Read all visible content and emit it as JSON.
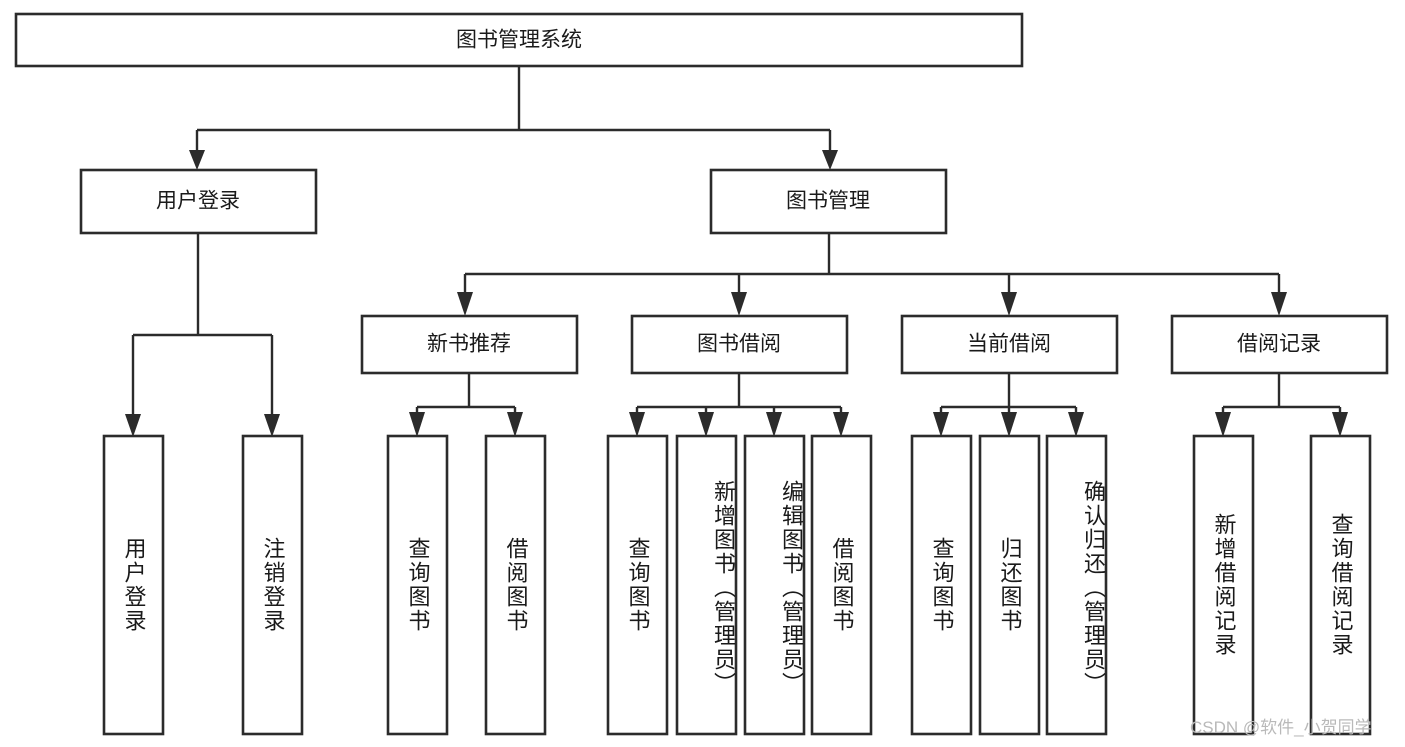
{
  "diagram": {
    "type": "tree",
    "title": "图书管理系统",
    "root": {
      "id": "root",
      "label": "图书管理系统"
    },
    "level2": [
      {
        "id": "user-login",
        "label": "用户登录"
      },
      {
        "id": "book-manage",
        "label": "图书管理"
      }
    ],
    "level3": [
      {
        "id": "new-book-rec",
        "label": "新书推荐",
        "parent": "book-manage"
      },
      {
        "id": "book-borrow",
        "label": "图书借阅",
        "parent": "book-manage"
      },
      {
        "id": "current-borrow",
        "label": "当前借阅",
        "parent": "book-manage"
      },
      {
        "id": "borrow-record",
        "label": "借阅记录",
        "parent": "book-manage"
      }
    ],
    "leaves": [
      {
        "id": "leaf-user-login",
        "label": "用户登录",
        "parent": "user-login"
      },
      {
        "id": "leaf-logout",
        "label": "注销登录",
        "parent": "user-login"
      },
      {
        "id": "leaf-query-book-1",
        "label": "查询图书",
        "parent": "new-book-rec"
      },
      {
        "id": "leaf-borrow-book-1",
        "label": "借阅图书",
        "parent": "new-book-rec"
      },
      {
        "id": "leaf-query-book-2",
        "label": "查询图书",
        "parent": "book-borrow"
      },
      {
        "id": "leaf-add-book",
        "label": "新增图书（管理员）",
        "parent": "book-borrow"
      },
      {
        "id": "leaf-edit-book",
        "label": "编辑图书（管理员）",
        "parent": "book-borrow"
      },
      {
        "id": "leaf-borrow-book-2",
        "label": "借阅图书",
        "parent": "book-borrow"
      },
      {
        "id": "leaf-query-book-3",
        "label": "查询图书",
        "parent": "current-borrow"
      },
      {
        "id": "leaf-return-book",
        "label": "归还图书",
        "parent": "current-borrow"
      },
      {
        "id": "leaf-confirm-return",
        "label": "确认归还（管理员）",
        "parent": "current-borrow"
      },
      {
        "id": "leaf-add-record",
        "label": "新增借阅记录",
        "parent": "borrow-record"
      },
      {
        "id": "leaf-query-record",
        "label": "查询借阅记录",
        "parent": "borrow-record"
      }
    ],
    "colors": {
      "stroke": "#2b2b2b",
      "fill": "#ffffff",
      "text": "#1a1a1a",
      "background": "#ffffff",
      "watermark": "#b9b9b9"
    }
  },
  "watermark": {
    "text": "CSDN @软件_小贺同学"
  }
}
